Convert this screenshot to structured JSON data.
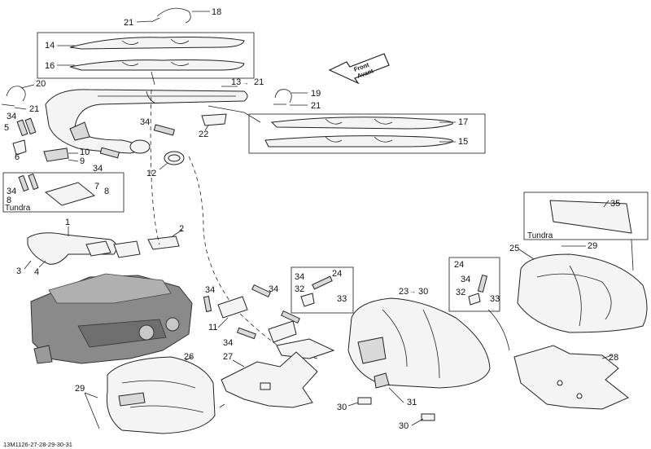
{
  "labels": {
    "l18": "18",
    "l21a": "21",
    "l14": "14",
    "l16": "16",
    "l20": "20",
    "l21b": "21",
    "l13": "13",
    "l21c": "21",
    "l19": "19",
    "l21d": "21",
    "l5": "5",
    "l34a": "34",
    "l6": "6",
    "l10": "10",
    "l9": "9",
    "l34b": "34",
    "l22": "22",
    "l34c": "34",
    "l12": "12",
    "l17": "17",
    "l15": "15",
    "l7": "7",
    "l34d": "34",
    "l8a": "8",
    "l8b": "8",
    "l1": "1",
    "l2": "2",
    "l3": "3",
    "l4": "4",
    "l35": "35",
    "l25": "25",
    "l29a": "29",
    "l24a": "24",
    "l34e": "34",
    "l32a": "32",
    "l33a": "33",
    "l23": "23",
    "l30a": "30",
    "l24b": "24",
    "l34f": "34",
    "l32b": "32",
    "l33b": "33",
    "l34g": "34",
    "l34h": "34",
    "l11": "11",
    "l34i": "34",
    "l26": "26",
    "l27": "27",
    "l28": "28",
    "l29b": "29",
    "l30b": "30",
    "l31": "31",
    "l30c": "30"
  },
  "tundra_a": "Tundra",
  "tundra_b": "Tundra",
  "front_word": "Front",
  "avant_word": "Avant",
  "code": "13M1126-27-28-29-30-31"
}
